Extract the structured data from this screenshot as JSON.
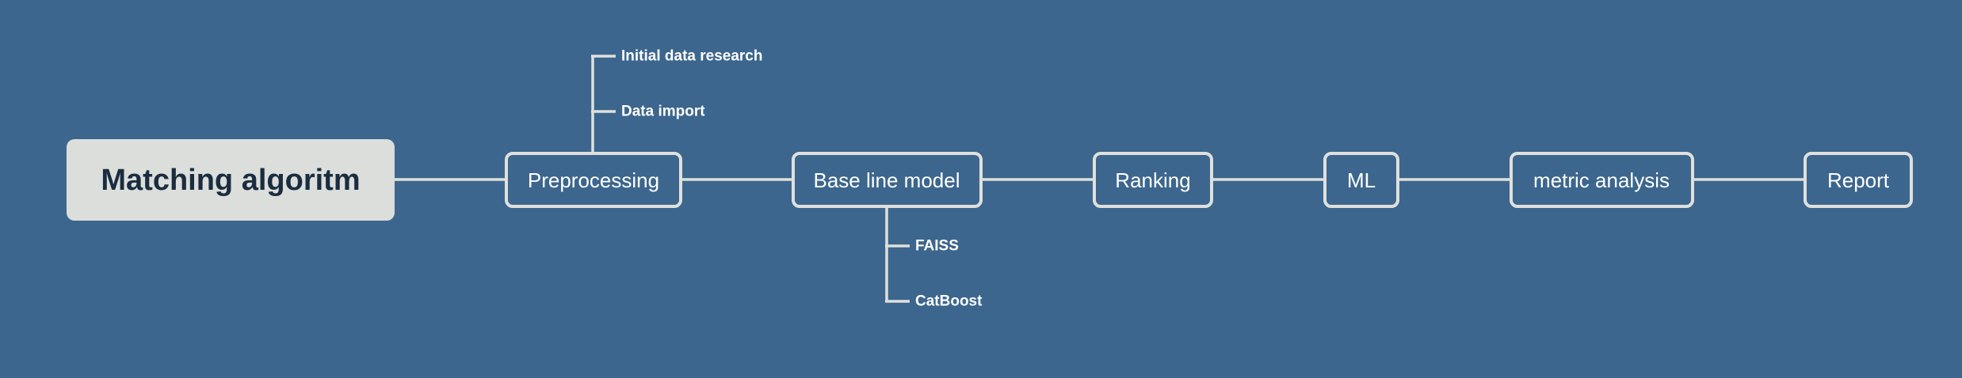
{
  "diagram": {
    "root": {
      "label": "Matching algoritm"
    },
    "steps": [
      {
        "label": "Preprocessing"
      },
      {
        "label": "Base line model"
      },
      {
        "label": "Ranking"
      },
      {
        "label": "ML"
      },
      {
        "label": "metric analysis"
      },
      {
        "label": "Report"
      }
    ],
    "preprocessing_children": [
      {
        "label": "Initial data research"
      },
      {
        "label": "Data import"
      }
    ],
    "baseline_children": [
      {
        "label": "FAISS"
      },
      {
        "label": "CatBoost"
      }
    ]
  },
  "colors": {
    "background": "#3c668d",
    "line": "#dfe0dc",
    "root_fill": "#dcdedb",
    "root_text": "#1a2d40",
    "node_text": "#ffffff"
  }
}
